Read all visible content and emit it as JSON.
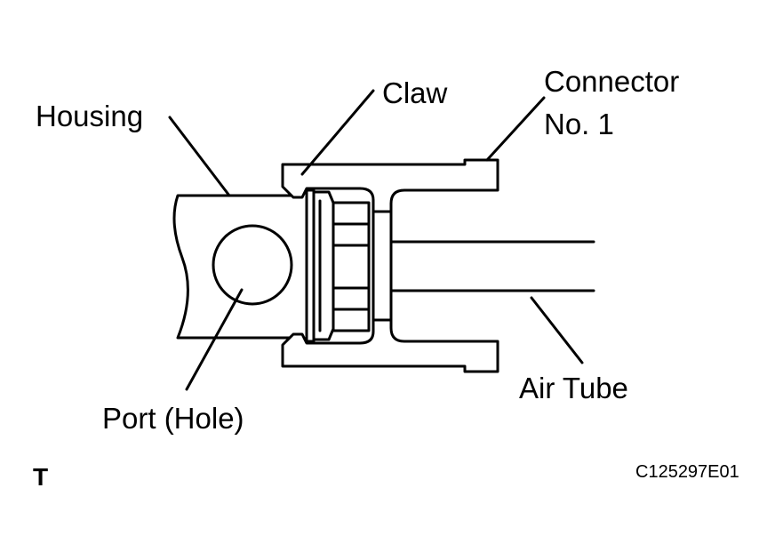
{
  "labels": {
    "housing": "Housing",
    "claw": "Claw",
    "connector_line1": "Connector",
    "connector_line2": "No. 1",
    "air_tube": "Air Tube",
    "port": "Port (Hole)"
  },
  "corner_mark": "T",
  "figure_code": "C125297E01"
}
